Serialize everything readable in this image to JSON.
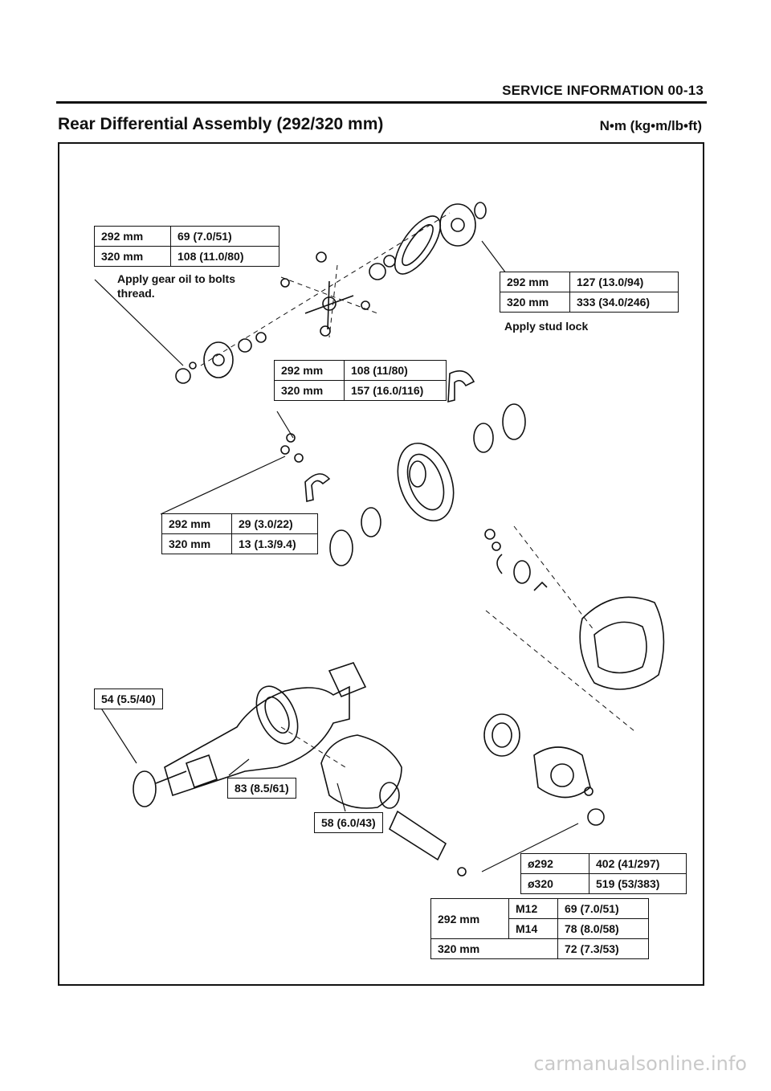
{
  "header": {
    "section": "SERVICE INFORMATION 00-13"
  },
  "title": "Rear Differential Assembly (292/320 mm)",
  "units": "N•m (kg•m/lb•ft)",
  "spec1": {
    "r1c1": "292 mm",
    "r1c2": "69 (7.0/51)",
    "r2c1": "320 mm",
    "r2c2": "108 (11.0/80)",
    "note_line1": "Apply gear oil to bolts",
    "note_line2": "thread."
  },
  "spec2": {
    "r1c1": "292 mm",
    "r1c2": "127 (13.0/94)",
    "r2c1": "320 mm",
    "r2c2": "333 (34.0/246)",
    "note": "Apply stud lock"
  },
  "spec3": {
    "r1c1": "292 mm",
    "r1c2": "108 (11/80)",
    "r2c1": "320 mm",
    "r2c2": "157 (16.0/116)"
  },
  "spec4": {
    "r1c1": "292 mm",
    "r1c2": "29 (3.0/22)",
    "r2c1": "320 mm",
    "r2c2": "13 (1.3/9.4)"
  },
  "spec5": {
    "value": "54 (5.5/40)"
  },
  "spec6": {
    "value": "83 (8.5/61)"
  },
  "spec7": {
    "value": "58 (6.0/43)"
  },
  "spec8": {
    "r1c1": "ø292",
    "r1c2": "402 (41/297)",
    "r2c1": "ø320",
    "r2c2": "519 (53/383)"
  },
  "spec9": {
    "size": "292 mm",
    "m12": "M12",
    "m12_val": "69 (7.0/51)",
    "m14": "M14",
    "m14_val": "78 (8.0/58)",
    "size2": "320 mm",
    "size2_val": "72 (7.3/53)"
  },
  "watermark": "carmanualsonline.info"
}
